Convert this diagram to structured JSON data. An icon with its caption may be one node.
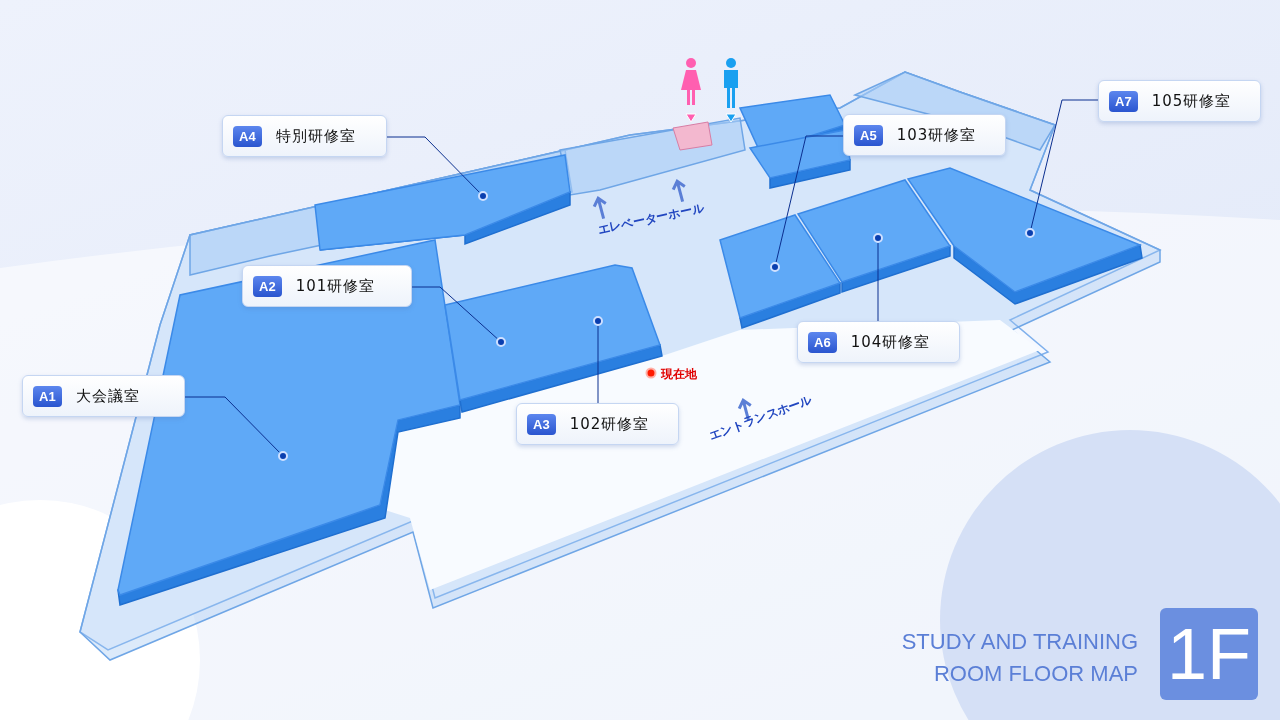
{
  "diagram": {
    "title": "STUDY AND TRAINING ROOM FLOOR MAP",
    "nodes": [
      {
        "text": [
          "A1",
          "大会議室"
        ]
      },
      {
        "text": [
          "A2",
          "101研修室"
        ]
      },
      {
        "text": [
          "A3",
          "102研修室"
        ]
      },
      {
        "text": [
          "A4",
          "特別研修室"
        ]
      },
      {
        "text": [
          "A5",
          "103研修室"
        ]
      },
      {
        "text": [
          "A6",
          "104研修室"
        ]
      },
      {
        "text": [
          "A7",
          "105研修室"
        ]
      },
      {
        "text": [],
        "shape": "circle"
      },
      {
        "text": [],
        "shape": "circle"
      },
      {
        "text": [],
        "shape": "circle"
      },
      {
        "text": [],
        "shape": "circle"
      },
      {
        "text": [],
        "shape": "circle"
      },
      {
        "text": [],
        "shape": "circle"
      },
      {
        "text": [],
        "shape": "circle"
      }
    ],
    "edges": [
      {
        "from": 0,
        "to": 7,
        "arrow": "none"
      },
      {
        "from": 1,
        "to": 8,
        "arrow": "none"
      },
      {
        "from": 2,
        "to": 9,
        "arrow": "none"
      },
      {
        "from": 3,
        "to": 10,
        "arrow": "none"
      },
      {
        "from": 4,
        "to": 11,
        "arrow": "none"
      },
      {
        "from": 5,
        "to": 12,
        "arrow": "none"
      },
      {
        "from": 6,
        "to": 13,
        "arrow": "none"
      }
    ],
    "labels": [
      "エレベーターホール",
      "現在地",
      "エントランスホール",
      "1F"
    ]
  }
}
